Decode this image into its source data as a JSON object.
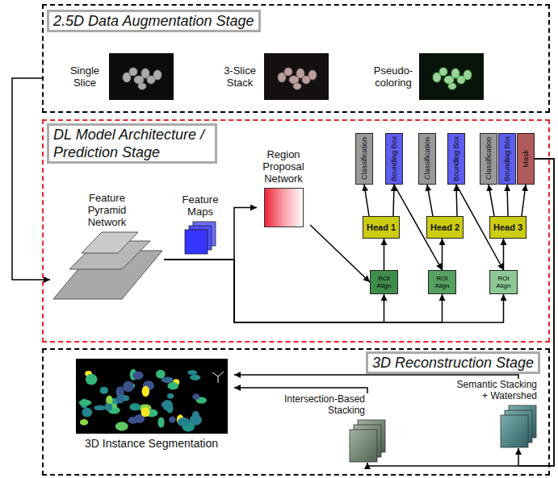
{
  "diagram": {
    "nodes": [
      {
        "text": [
          "2.5D Data Augmentation Stage"
        ]
      },
      {
        "text": [
          "Single Slice"
        ],
        "in": 0
      },
      {
        "text": [
          "3-Slice Stack"
        ],
        "in": 0
      },
      {
        "text": [
          "Pseudo-coloring"
        ],
        "in": 0
      },
      {
        "text": [
          "DL Model Architecture / Prediction Stage"
        ]
      },
      {
        "text": [
          "Feature Pyramid Network"
        ],
        "in": 4
      },
      {
        "text": [
          "Feature Maps"
        ],
        "in": 4
      },
      {
        "text": [
          "Region Proposal Network"
        ],
        "in": 4
      },
      {
        "text": [
          "Classification"
        ],
        "in": 4
      },
      {
        "text": [
          "Bounding Box"
        ],
        "in": 4
      },
      {
        "text": [
          "Classification"
        ],
        "in": 4
      },
      {
        "text": [
          "Bounding Box"
        ],
        "in": 4
      },
      {
        "text": [
          "Classification"
        ],
        "in": 4
      },
      {
        "text": [
          "Bounding Box"
        ],
        "in": 4
      },
      {
        "text": [
          "Mask"
        ],
        "in": 4
      },
      {
        "text": [
          "Head 1"
        ],
        "in": 4
      },
      {
        "text": [
          "Head 2"
        ],
        "in": 4
      },
      {
        "text": [
          "Head 3"
        ],
        "in": 4
      },
      {
        "text": [
          "ROI Align"
        ],
        "in": 4
      },
      {
        "text": [
          "ROI Align"
        ],
        "in": 4
      },
      {
        "text": [
          "ROI Align"
        ],
        "in": 4
      },
      {
        "text": [
          "3D Reconstruction Stage"
        ]
      },
      {
        "text": [
          "3D Instance Segmentation"
        ],
        "in": 21
      },
      {
        "text": [
          "Intersection-Based Stacking"
        ],
        "in": 21
      },
      {
        "text": [
          "Semantic Stacking + Watershed"
        ],
        "in": 21
      }
    ],
    "edges": [
      {
        "from": 0,
        "to": 5,
        "arrow": "to"
      },
      {
        "from": 5,
        "to": 7,
        "arrow": "to"
      },
      {
        "from": 5,
        "to": 18,
        "arrow": "to"
      },
      {
        "from": 5,
        "to": 19,
        "arrow": "to"
      },
      {
        "from": 5,
        "to": 20,
        "arrow": "to"
      },
      {
        "from": 7,
        "to": 18,
        "arrow": "to"
      },
      {
        "from": 18,
        "to": 15,
        "arrow": "to"
      },
      {
        "from": 15,
        "to": 8,
        "arrow": "to"
      },
      {
        "from": 15,
        "to": 9,
        "arrow": "to"
      },
      {
        "from": 9,
        "to": 19,
        "arrow": "to"
      },
      {
        "from": 19,
        "to": 16,
        "arrow": "to"
      },
      {
        "from": 16,
        "to": 10,
        "arrow": "to"
      },
      {
        "from": 16,
        "to": 11,
        "arrow": "to"
      },
      {
        "from": 11,
        "to": 20,
        "arrow": "to"
      },
      {
        "from": 20,
        "to": 17,
        "arrow": "to"
      },
      {
        "from": 17,
        "to": 12,
        "arrow": "to"
      },
      {
        "from": 17,
        "to": 13,
        "arrow": "to"
      },
      {
        "from": 17,
        "to": 14,
        "arrow": "to"
      },
      {
        "from": 14,
        "to": 23,
        "arrow": "to"
      },
      {
        "from": 14,
        "to": 24,
        "arrow": "to"
      },
      {
        "from": 24,
        "to": 22,
        "arrow": "to"
      },
      {
        "from": 23,
        "to": 22,
        "arrow": "to"
      }
    ]
  }
}
